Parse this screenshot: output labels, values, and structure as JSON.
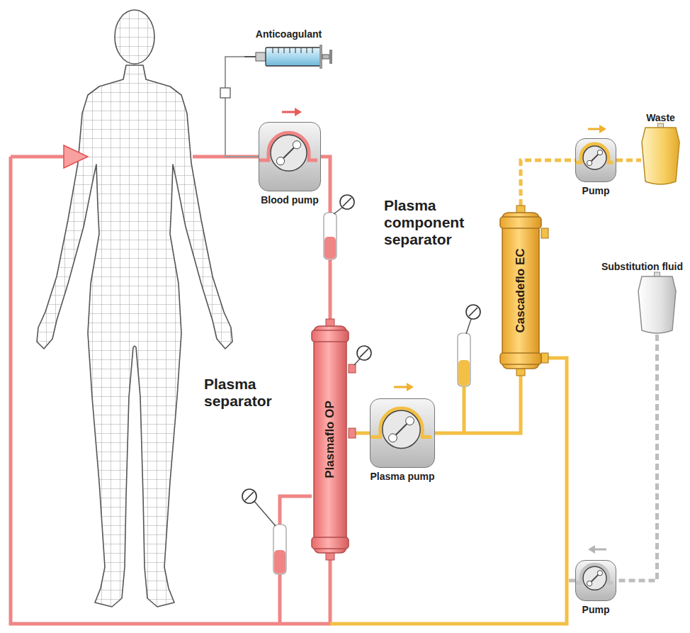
{
  "diagram": {
    "nodes": [
      {
        "text": [
          "Anticoagulant"
        ]
      },
      {
        "text": [
          "Blood pump"
        ]
      },
      {
        "text": [
          "Waste"
        ]
      },
      {
        "text": [
          "Pump"
        ]
      },
      {
        "text": [
          "Plasma component separator",
          "Cascadeflo EC"
        ]
      },
      {
        "text": [
          "Substitution fluid"
        ]
      },
      {
        "text": [
          "Plasma separator",
          "Plasmaflo OP"
        ]
      },
      {
        "text": [
          "Plasma pump"
        ]
      },
      {
        "text": [
          "Pump"
        ]
      }
    ],
    "edges": [
      {
        "from": 0,
        "to": 1,
        "arrow": "none"
      },
      {
        "from": 1,
        "to": 6,
        "arrow": "none"
      },
      {
        "from": 6,
        "to": 7,
        "arrow": "none"
      },
      {
        "from": 7,
        "to": 4,
        "arrow": "none"
      },
      {
        "from": 4,
        "to": 3,
        "arrow": "none"
      },
      {
        "from": 3,
        "to": 2,
        "arrow": "none"
      },
      {
        "from": 5,
        "to": 8,
        "arrow": "none"
      }
    ]
  }
}
